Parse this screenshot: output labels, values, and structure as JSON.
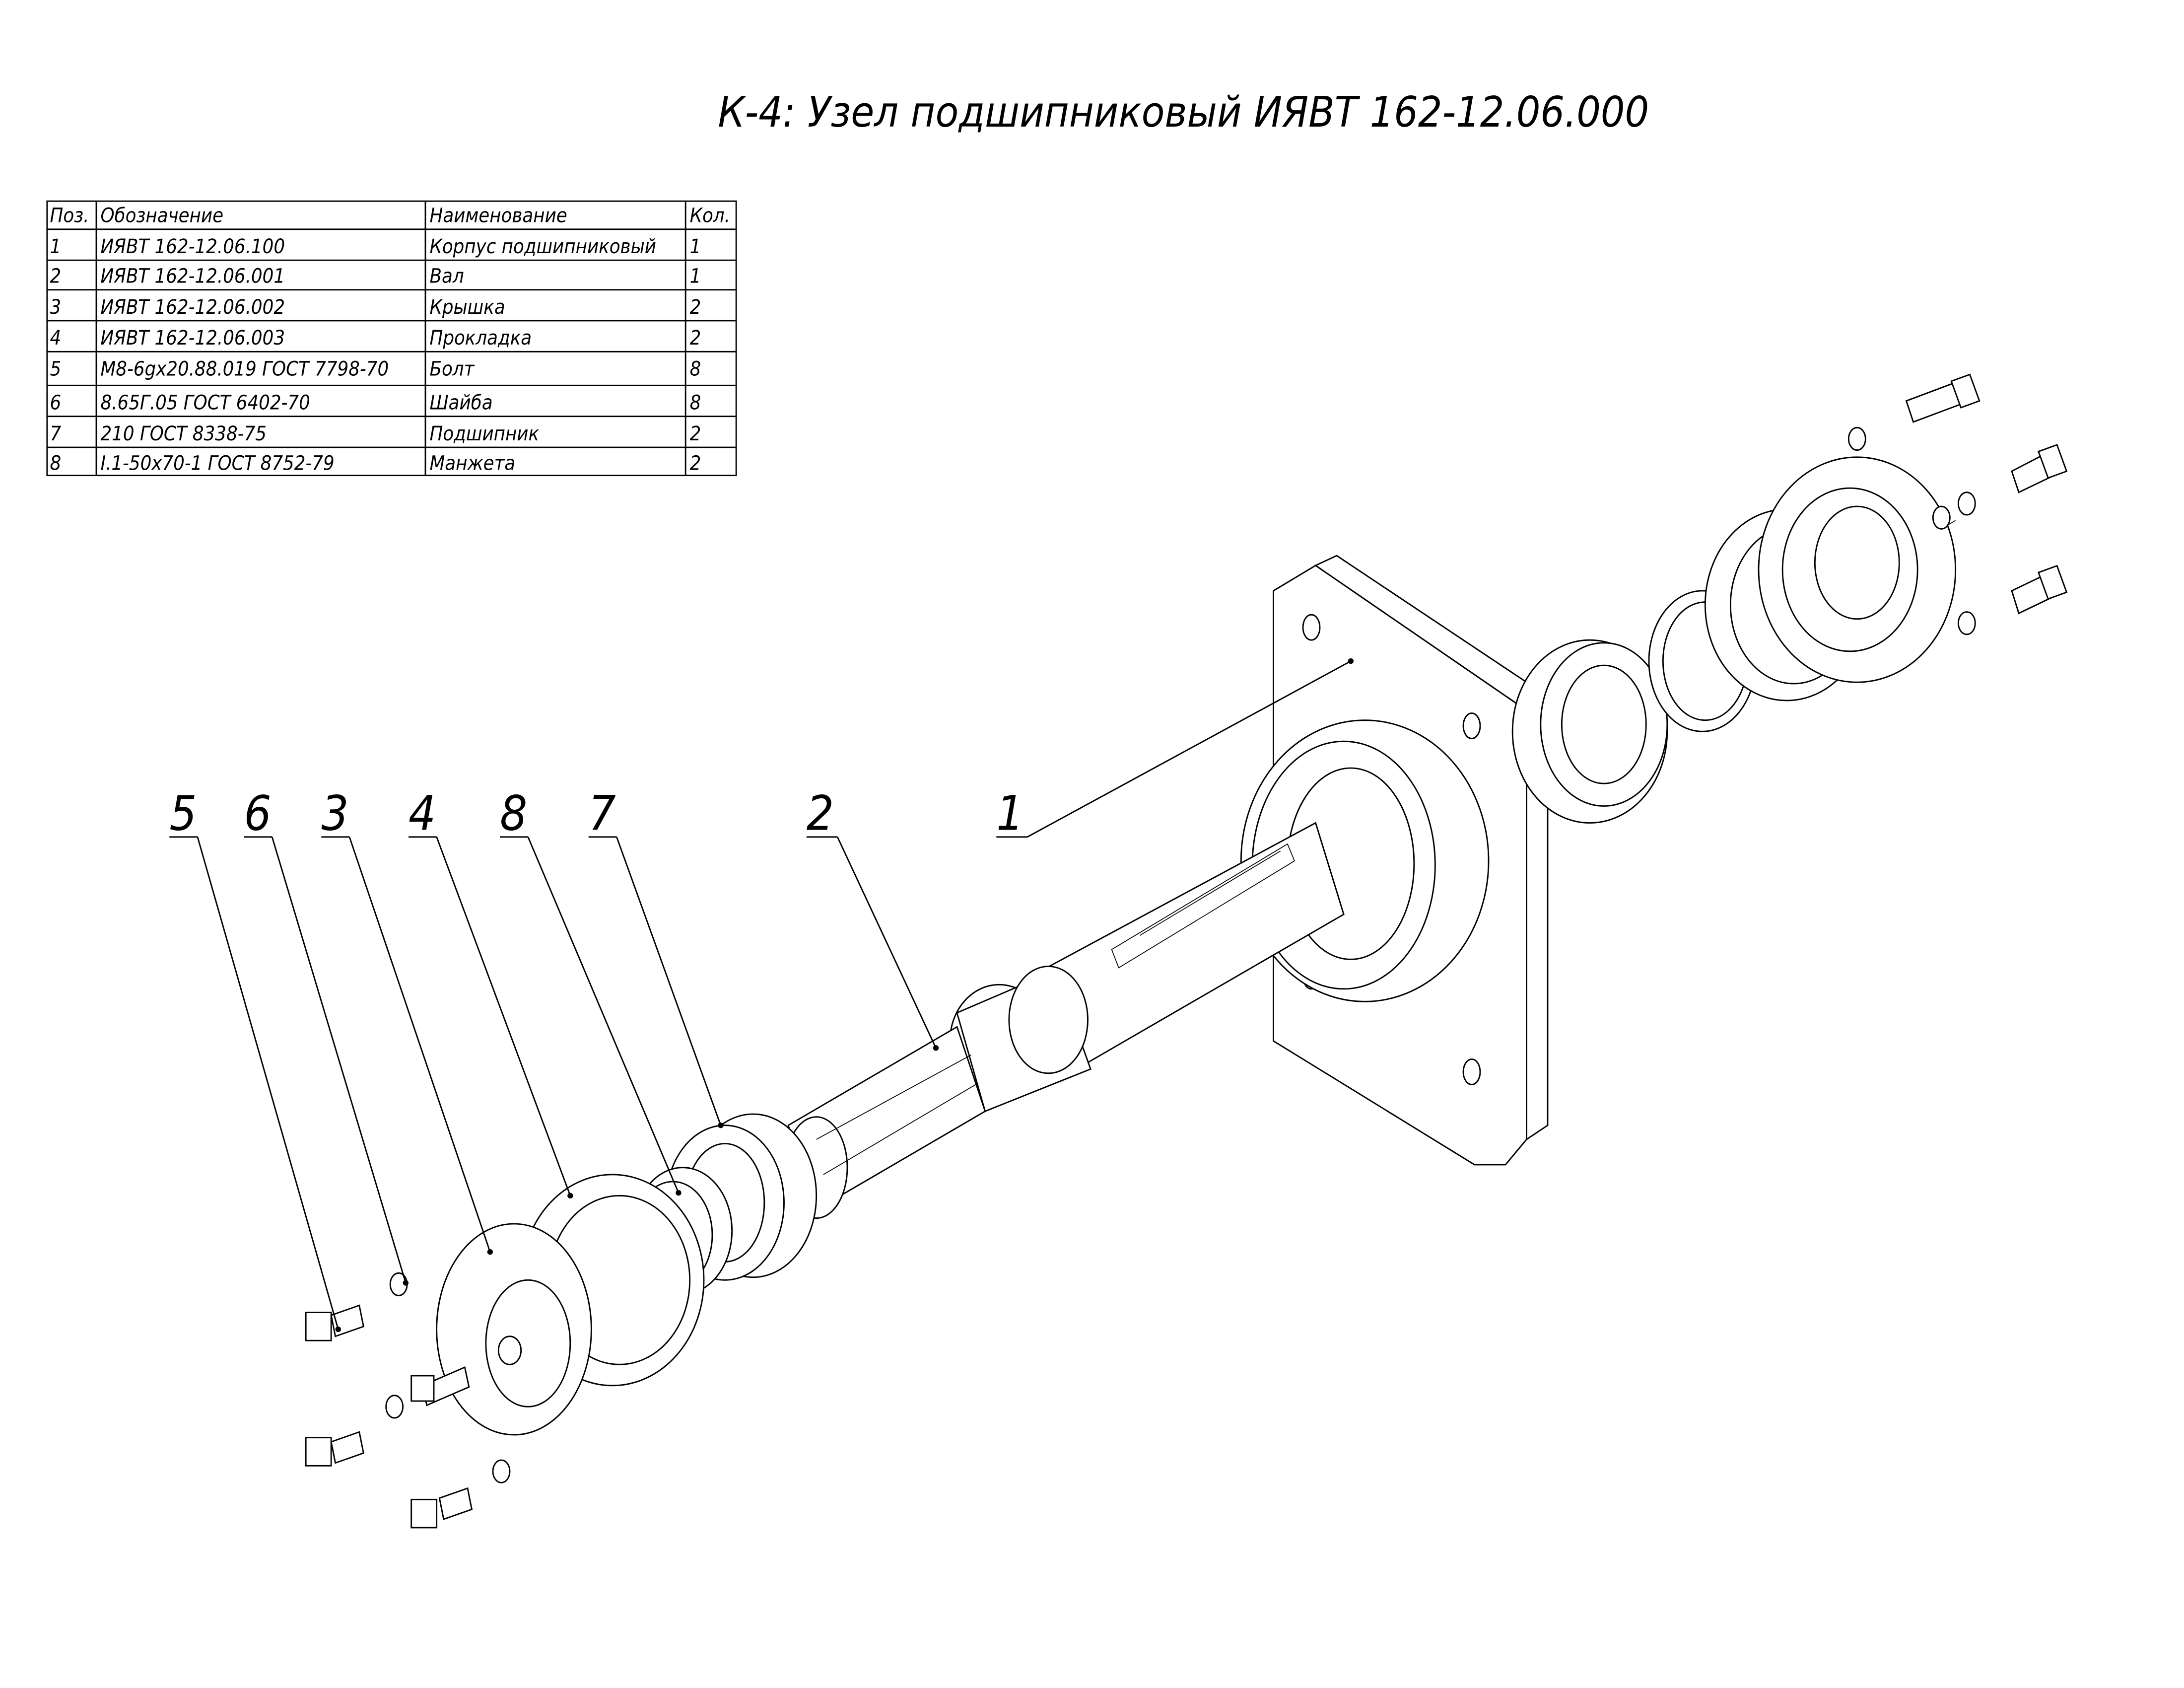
{
  "title": "К-4: Узел подшипниковый ИЯВТ 162-12.06.000",
  "spec_table": {
    "headers": [
      "Поз.",
      "Обозначение",
      "Наименование",
      "Кол."
    ],
    "rows": [
      {
        "pos": "1",
        "designation": "ИЯВТ 162-12.06.100",
        "name": "Корпус подшипниковый",
        "qty": "1"
      },
      {
        "pos": "2",
        "designation": "ИЯВТ 162-12.06.001",
        "name": "Вал",
        "qty": "1"
      },
      {
        "pos": "3",
        "designation": "ИЯВТ 162-12.06.002",
        "name": "Крышка",
        "qty": "2"
      },
      {
        "pos": "4",
        "designation": "ИЯВТ 162-12.06.003",
        "name": "Прокладка",
        "qty": "2"
      },
      {
        "pos": "5",
        "designation": "М8-6gх20.88.019 ГОСТ 7798-70",
        "name": "Болт",
        "qty": "8"
      },
      {
        "pos": "6",
        "designation": "8.65Г.05 ГОСТ 6402-70",
        "name": "Шайба",
        "qty": "8"
      },
      {
        "pos": "7",
        "designation": "210  ГОСТ 8338-75",
        "name": "Подшипник",
        "qty": "2"
      },
      {
        "pos": "8",
        "designation": "I.1-50х70-1 ГОСТ 8752-79",
        "name": "Манжета",
        "qty": "2"
      }
    ]
  },
  "callouts": [
    "5",
    "6",
    "3",
    "4",
    "8",
    "7",
    "2",
    "1"
  ]
}
